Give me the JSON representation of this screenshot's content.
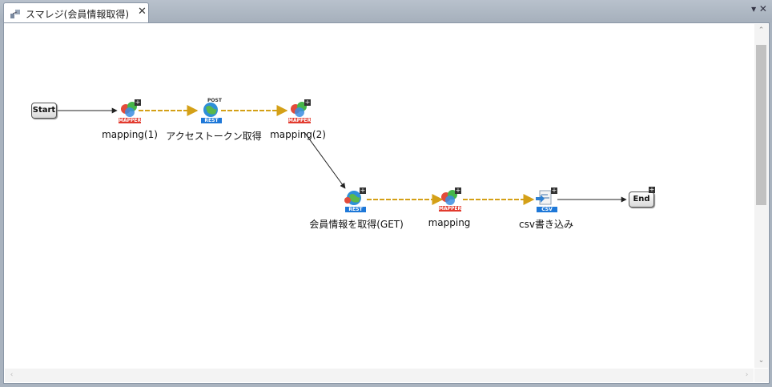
{
  "tab": {
    "title": "スマレジ(会員情報取得)",
    "close": "✕"
  },
  "window_controls": "▾ ✕",
  "scroll": {
    "up": "⌃",
    "down": "⌄",
    "left": "‹",
    "right": "›"
  },
  "flow": {
    "start_label": "Start",
    "end_label": "End",
    "nodes": [
      {
        "label": "mapping(1)",
        "type": "MAPPER"
      },
      {
        "label": "アクセストークン取得",
        "type": "REST",
        "sublabel": "POST"
      },
      {
        "label": "mapping(2)",
        "type": "MAPPER"
      },
      {
        "label": "会員情報を取得(GET)",
        "type": "REST"
      },
      {
        "label": "mapping",
        "type": "MAPPER"
      },
      {
        "label": "csv書き込み",
        "type": "CSV"
      }
    ]
  },
  "colors": {
    "mapper_badge": "#e23a2e",
    "rest_badge": "#1e78d8",
    "csv_badge": "#1e78d8",
    "connector": "#d4a017"
  }
}
